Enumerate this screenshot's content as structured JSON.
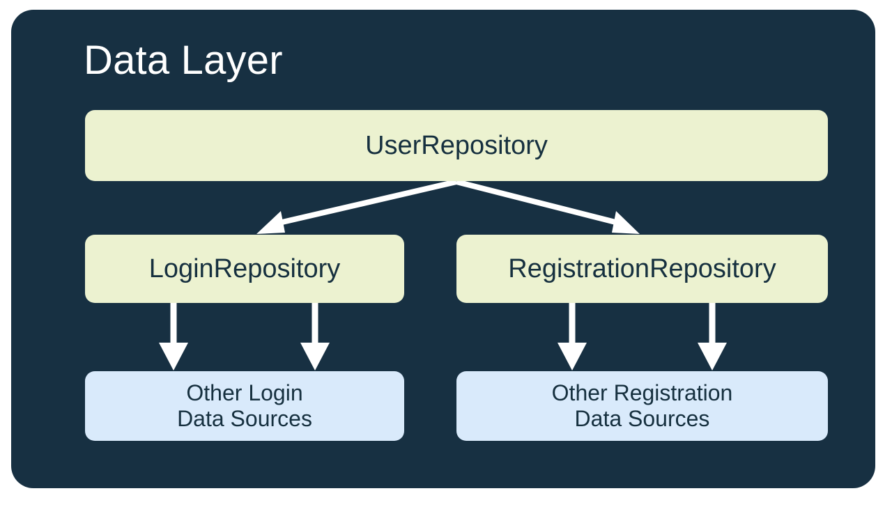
{
  "diagram": {
    "title": "Data Layer",
    "background_color": "#173042",
    "canvas_color": "#ffffff",
    "title_color": "#ffffff",
    "repository_fill": "#ECF2D0",
    "data_source_fill": "#D9EAFB",
    "node_text_color": "#16303F",
    "arrow_color": "#ffffff",
    "nodes": {
      "user_repository": "UserRepository",
      "login_repository": "LoginRepository",
      "registration_repository": "RegistrationRepository",
      "login_data_sources": "Other Login\nData Sources",
      "registration_data_sources": "Other Registration\nData Sources"
    },
    "connections": [
      {
        "from": "UserRepository",
        "to": "LoginRepository",
        "style": "diagonal-arrow"
      },
      {
        "from": "UserRepository",
        "to": "RegistrationRepository",
        "style": "diagonal-arrow"
      },
      {
        "from": "LoginRepository",
        "to": "Other Login Data Sources",
        "style": "vertical-arrow"
      },
      {
        "from": "LoginRepository",
        "to": "Other Login Data Sources",
        "style": "vertical-arrow"
      },
      {
        "from": "RegistrationRepository",
        "to": "Other Registration Data Sources",
        "style": "vertical-arrow"
      },
      {
        "from": "RegistrationRepository",
        "to": "Other Registration Data Sources",
        "style": "vertical-arrow"
      }
    ]
  }
}
